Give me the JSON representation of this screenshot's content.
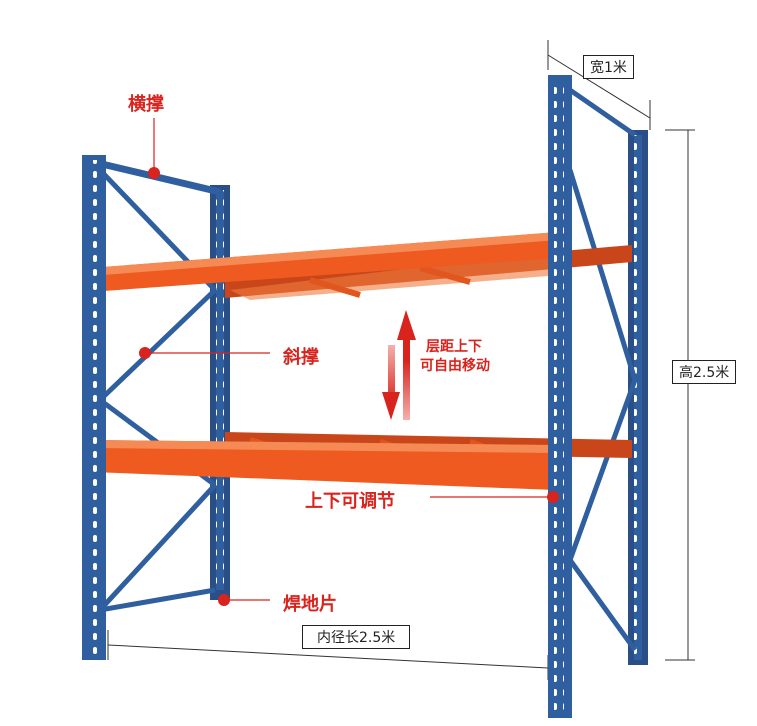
{
  "labels": {
    "cross_brace": "横撑",
    "diagonal_brace": "斜撑",
    "layer_move_line1": "层距上下",
    "layer_move_line2": "可自由移动",
    "adjustable": "上下可调节",
    "foot_plate": "焊地片"
  },
  "dimensions": {
    "width": "宽1米",
    "height": "高2.5米",
    "length": "内径长2.5米"
  },
  "colors": {
    "upright": "#2f5f9e",
    "beam": "#ee5a1f",
    "accent": "#d9231d"
  }
}
